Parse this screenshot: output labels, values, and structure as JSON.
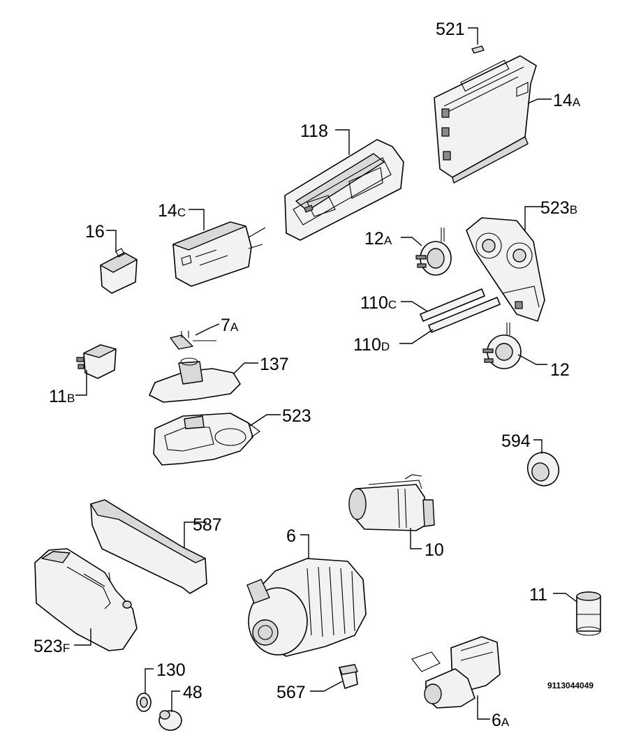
{
  "diagram": {
    "code": "9113044049",
    "callouts": [
      {
        "id": "521",
        "num": "521",
        "suffix": ""
      },
      {
        "id": "14a",
        "num": "14",
        "suffix": "A"
      },
      {
        "id": "118",
        "num": "118",
        "suffix": ""
      },
      {
        "id": "523b",
        "num": "523",
        "suffix": "B"
      },
      {
        "id": "14c",
        "num": "14",
        "suffix": "C"
      },
      {
        "id": "16",
        "num": "16",
        "suffix": ""
      },
      {
        "id": "12a",
        "num": "12",
        "suffix": "A"
      },
      {
        "id": "110c",
        "num": "110",
        "suffix": "C"
      },
      {
        "id": "7a",
        "num": "7",
        "suffix": "A"
      },
      {
        "id": "110d",
        "num": "110",
        "suffix": "D"
      },
      {
        "id": "137",
        "num": "137",
        "suffix": ""
      },
      {
        "id": "12",
        "num": "12",
        "suffix": ""
      },
      {
        "id": "11b",
        "num": "11",
        "suffix": "B"
      },
      {
        "id": "523",
        "num": "523",
        "suffix": ""
      },
      {
        "id": "594",
        "num": "594",
        "suffix": ""
      },
      {
        "id": "587",
        "num": "587",
        "suffix": ""
      },
      {
        "id": "6",
        "num": "6",
        "suffix": ""
      },
      {
        "id": "10",
        "num": "10",
        "suffix": ""
      },
      {
        "id": "11",
        "num": "11",
        "suffix": ""
      },
      {
        "id": "523f",
        "num": "523",
        "suffix": "F"
      },
      {
        "id": "130",
        "num": "130",
        "suffix": ""
      },
      {
        "id": "48",
        "num": "48",
        "suffix": ""
      },
      {
        "id": "567",
        "num": "567",
        "suffix": ""
      },
      {
        "id": "6a",
        "num": "6",
        "suffix": "A"
      }
    ]
  }
}
